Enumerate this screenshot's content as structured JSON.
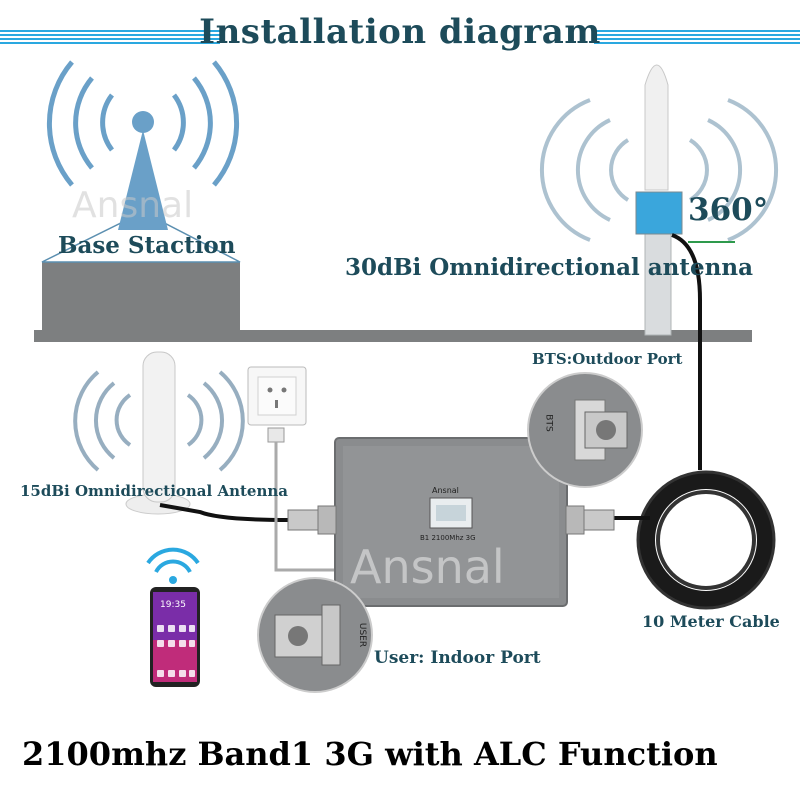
{
  "title": "Installation diagram",
  "labels": {
    "base_station": "Base Staction",
    "outdoor_antenna": "30dBi Omnidirectional antenna",
    "degree": "360°",
    "bts_port": "BTS:Outdoor Port",
    "indoor_antenna": "15dBi Omnidirectional  Antenna",
    "cable": "10 Meter Cable",
    "user_port": "User: Indoor Port",
    "caption": "2100mhz Band1 3G with ALC Function"
  },
  "device": {
    "brand": "Ansnal",
    "model": "B1 2100Mhz 3G"
  },
  "port_text": {
    "bts": "BTS",
    "user": "USER"
  },
  "phone": {
    "time": "19:35"
  },
  "watermark": "Ansnal",
  "colors": {
    "accent": "#2aa8e0",
    "text": "#1d4b5a",
    "device": "#8a8c8e",
    "wall": "#7d7f80"
  }
}
